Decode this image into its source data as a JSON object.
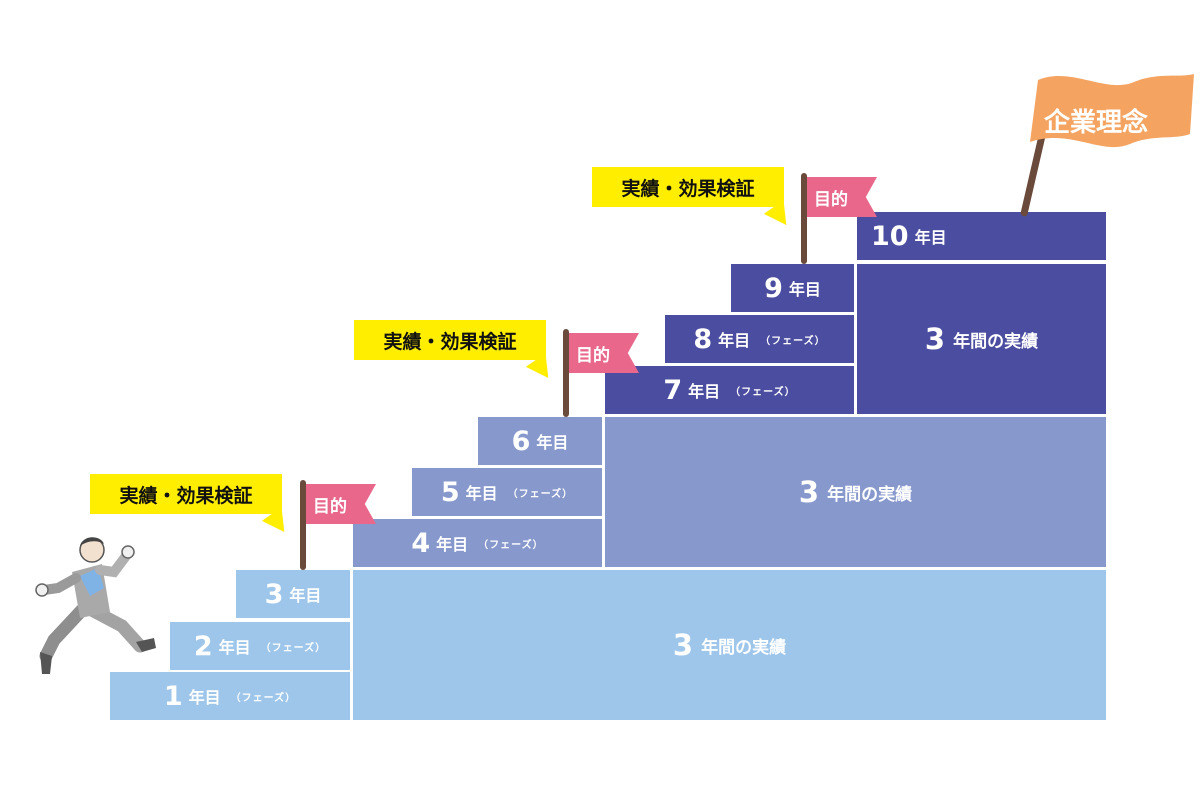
{
  "diagram": {
    "year_label": "年目",
    "phase_note": "（フェーズ）",
    "years": [
      {
        "num": "1",
        "label": "年目",
        "note": "（フェーズ）",
        "tier": 1
      },
      {
        "num": "2",
        "label": "年目",
        "note": "（フェーズ）",
        "tier": 1
      },
      {
        "num": "3",
        "label": "年目",
        "note": "",
        "tier": 1
      },
      {
        "num": "4",
        "label": "年目",
        "note": "（フェーズ）",
        "tier": 2
      },
      {
        "num": "5",
        "label": "年目",
        "note": "（フェーズ）",
        "tier": 2
      },
      {
        "num": "6",
        "label": "年目",
        "note": "",
        "tier": 2
      },
      {
        "num": "7",
        "label": "年目",
        "note": "（フェーズ）",
        "tier": 3
      },
      {
        "num": "8",
        "label": "年目",
        "note": "（フェーズ）",
        "tier": 3
      },
      {
        "num": "9",
        "label": "年目",
        "note": "",
        "tier": 3
      },
      {
        "num": "10",
        "label": "年目",
        "note": "",
        "tier": 3
      }
    ],
    "summaries": [
      {
        "num": "3",
        "label": "年間の実績",
        "tier": 1
      },
      {
        "num": "3",
        "label": "年間の実績",
        "tier": 2
      },
      {
        "num": "3",
        "label": "年間の実績",
        "tier": 3
      }
    ],
    "callouts": [
      {
        "text": "実績・効果検証"
      },
      {
        "text": "実績・効果検証"
      },
      {
        "text": "実績・効果検証"
      }
    ],
    "flags": [
      {
        "text": "目的"
      },
      {
        "text": "目的"
      },
      {
        "text": "目的"
      }
    ],
    "goal_flag": {
      "text": "企業理念",
      "color": "#f4a460"
    },
    "colors": {
      "tier1": "#9dc6ea",
      "tier2": "#8798cc",
      "tier3": "#4b4ea0",
      "callout": "#ffee00",
      "flag": "#e8678a",
      "pole": "#6a4a3a"
    },
    "icons": {
      "runner": "running-businessman-icon"
    }
  }
}
